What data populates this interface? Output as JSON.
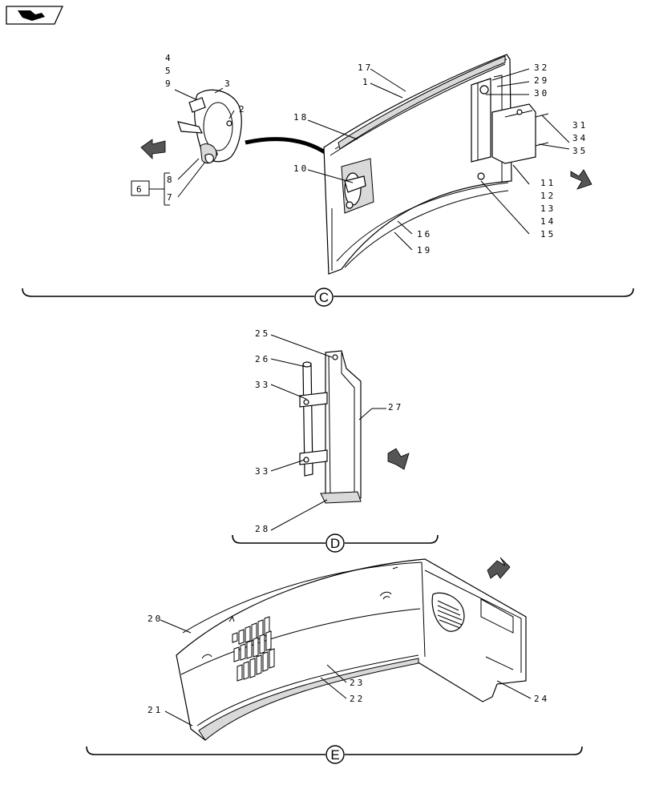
{
  "icon": {
    "name": "book-icon"
  },
  "sections": [
    {
      "id": "C"
    },
    {
      "id": "D"
    },
    {
      "id": "E"
    }
  ],
  "labels": {
    "l4": "4",
    "l5": "5",
    "l9": "9",
    "l3": "3",
    "l2": "2",
    "l8": "8",
    "l7": "7",
    "l6": "6",
    "l17": "17",
    "l1": "1",
    "l18": "18",
    "l10": "10",
    "l32": "32",
    "l29": "29",
    "l30": "30",
    "l31": "31",
    "l34": "34",
    "l35": "35",
    "l11": "11",
    "l12": "12",
    "l13": "13",
    "l14": "14",
    "l15": "15",
    "l16": "16",
    "l19": "19",
    "l25": "25",
    "l26": "26",
    "l33a": "33",
    "l27": "27",
    "l33b": "33",
    "l28": "28",
    "l20": "20",
    "l21": "21",
    "l23": "23",
    "l22": "22",
    "l24": "24"
  }
}
